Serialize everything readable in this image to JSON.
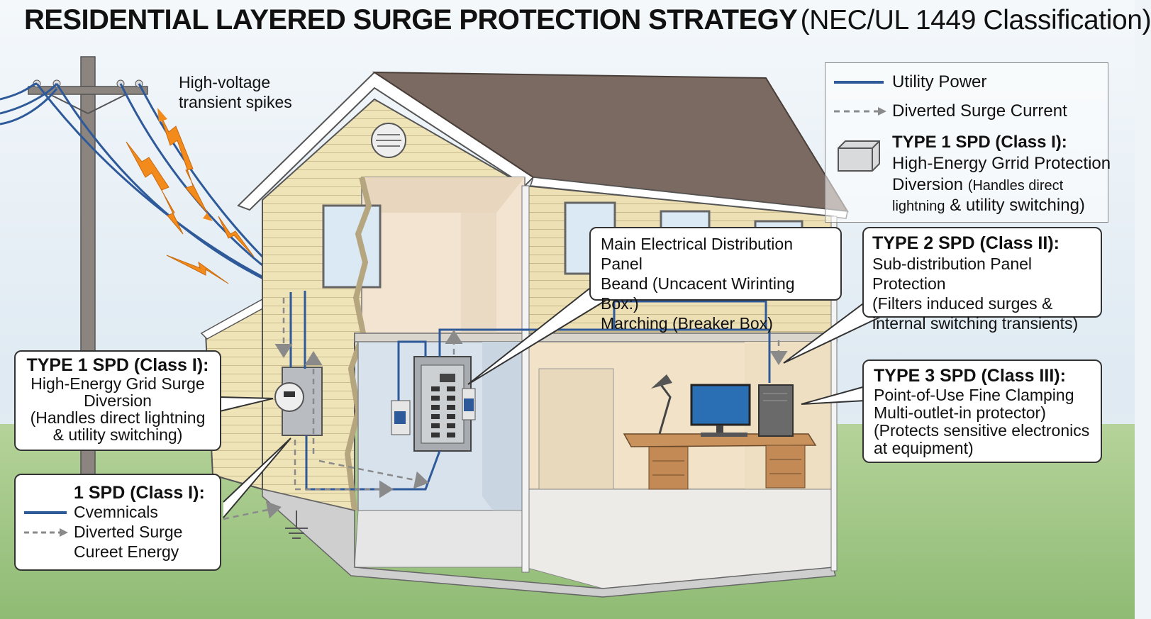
{
  "title": {
    "bold": "RESIDENTIAL LAYERED SURGE PROTECTION STRATEGY",
    "light": "(NEC/UL 1449 Classification)"
  },
  "spike_label": [
    "High-voltage",
    "transient spikes"
  ],
  "legend": {
    "utility_power": "Utility Power",
    "diverted": "Diverted Surge Current",
    "type1_heading": "TYPE 1 SPD (Class I):",
    "type1_line1": "High-Energy Grrid Protection",
    "type1_line2a": "Diversion",
    "type1_line2b": "(Handles direct",
    "type1_line3a": "lightning",
    "type1_line3b": "& utility switching)"
  },
  "callouts": {
    "main_panel": [
      "Main Electrical Distribution Panel",
      "Beand (Uncacent Wirinting Box:)",
      "Marching (Breaker Box)"
    ],
    "type2": {
      "heading": "TYPE 2 SPD (Class II):",
      "lines": [
        "Sub-distribution Panel Protection",
        "(Filters induced surges &",
        "internal switching transients)"
      ]
    },
    "type3": {
      "heading": "TYPE 3 SPD (Class III):",
      "lines": [
        "Point-of-Use Fine Clamping",
        "Multi-outlet-in protector)",
        "(Protects sensitive electronics",
        " at equipment)"
      ]
    },
    "type1_left": {
      "heading": "TYPE 1 SPD (Class I):",
      "lines": [
        "High-Energy Grid Surge",
        "Diversion",
        "(Handles direct lightning",
        "& utility switching)"
      ]
    },
    "mini_legend": {
      "heading": "1 SPD (Class I):",
      "line1": "Cvemnicals",
      "line2": "Diverted Surge",
      "line3": "Cureet Energy"
    }
  },
  "colors": {
    "utility_wire": "#2f5a9a",
    "diverted": "#8a8a8a",
    "siding": "#efe3b8",
    "roof": "#7b6a62",
    "spike": "#f28a1c",
    "grass": "#a5c98a",
    "sky": "#dfeaf2"
  }
}
